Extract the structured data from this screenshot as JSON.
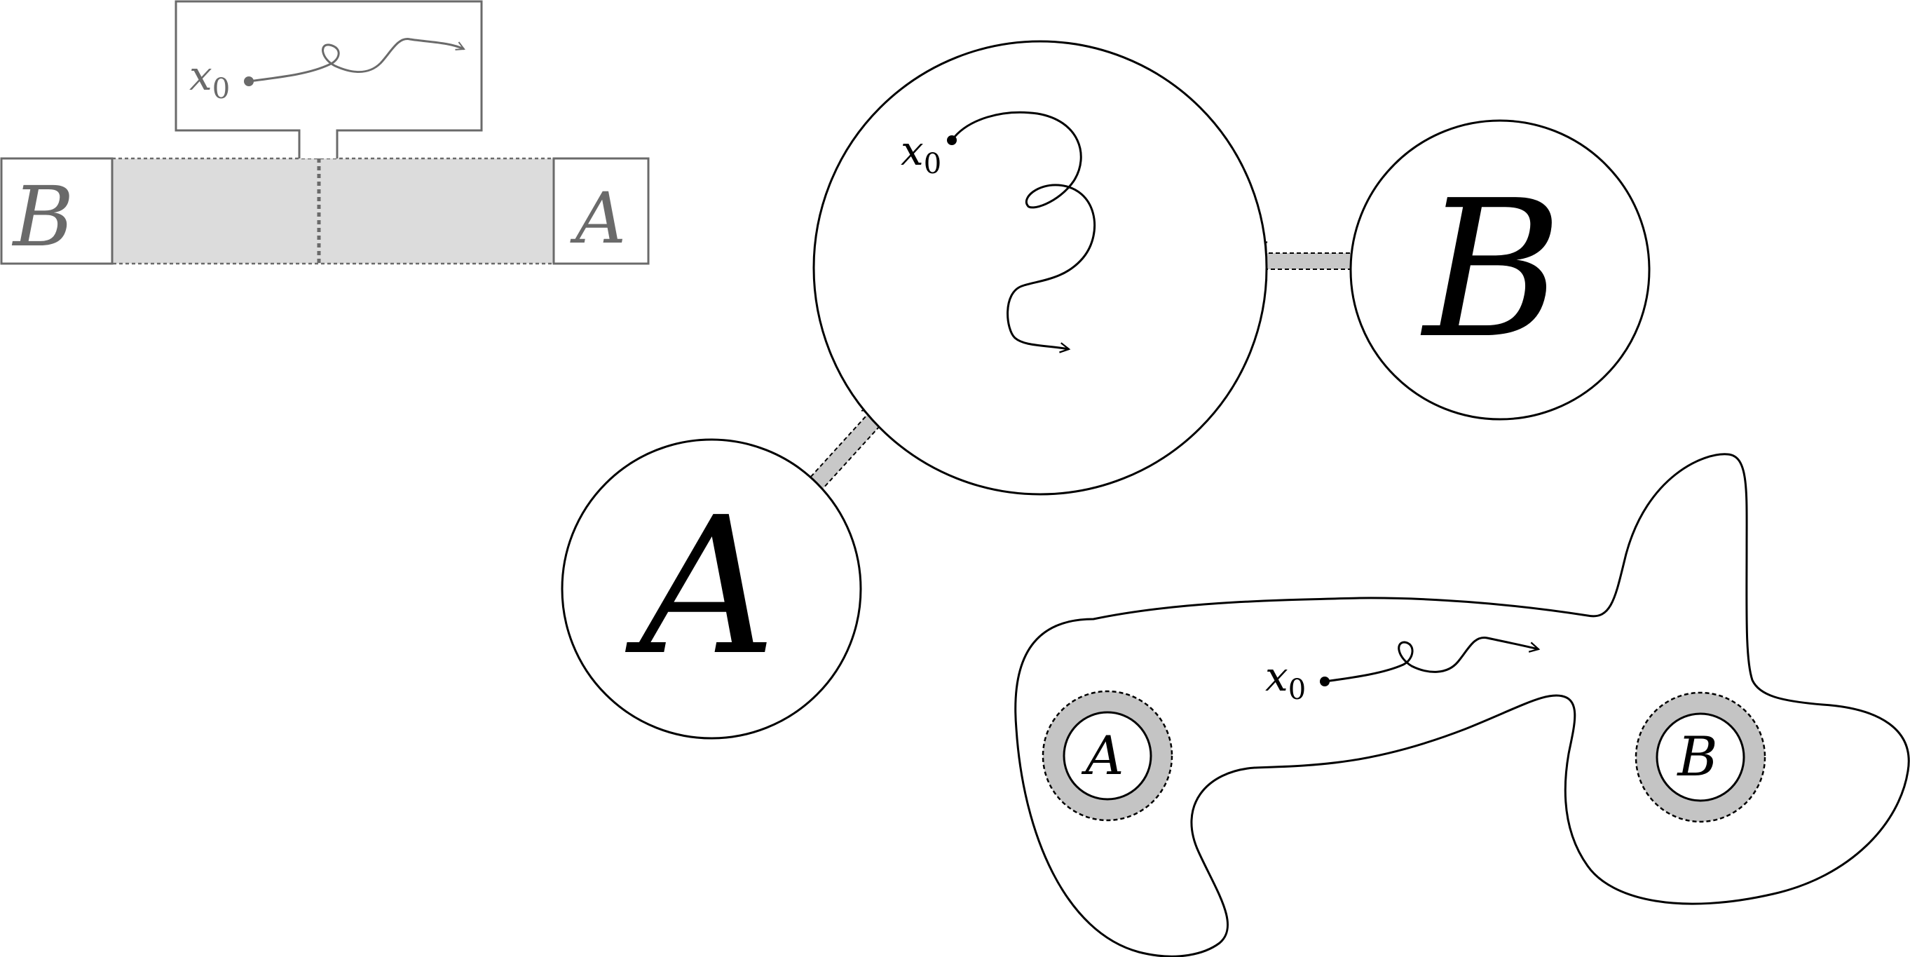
{
  "panel_strip": {
    "label_left": "B",
    "label_right": "A",
    "start_point": "x",
    "start_point_sub": "0"
  },
  "panel_circles": {
    "start_point": "x",
    "start_point_sub": "0",
    "label_small_circle": "A",
    "label_right_circle": "B"
  },
  "panel_blob": {
    "start_point": "x",
    "start_point_sub": "0",
    "label_left_hole": "A",
    "label_right_hole": "B"
  },
  "colors": {
    "line_gray": "#6a6a6a",
    "fill_gray": "#dcdcdc",
    "annulus_gray": "#c4c4c4",
    "ink": "#000000"
  }
}
